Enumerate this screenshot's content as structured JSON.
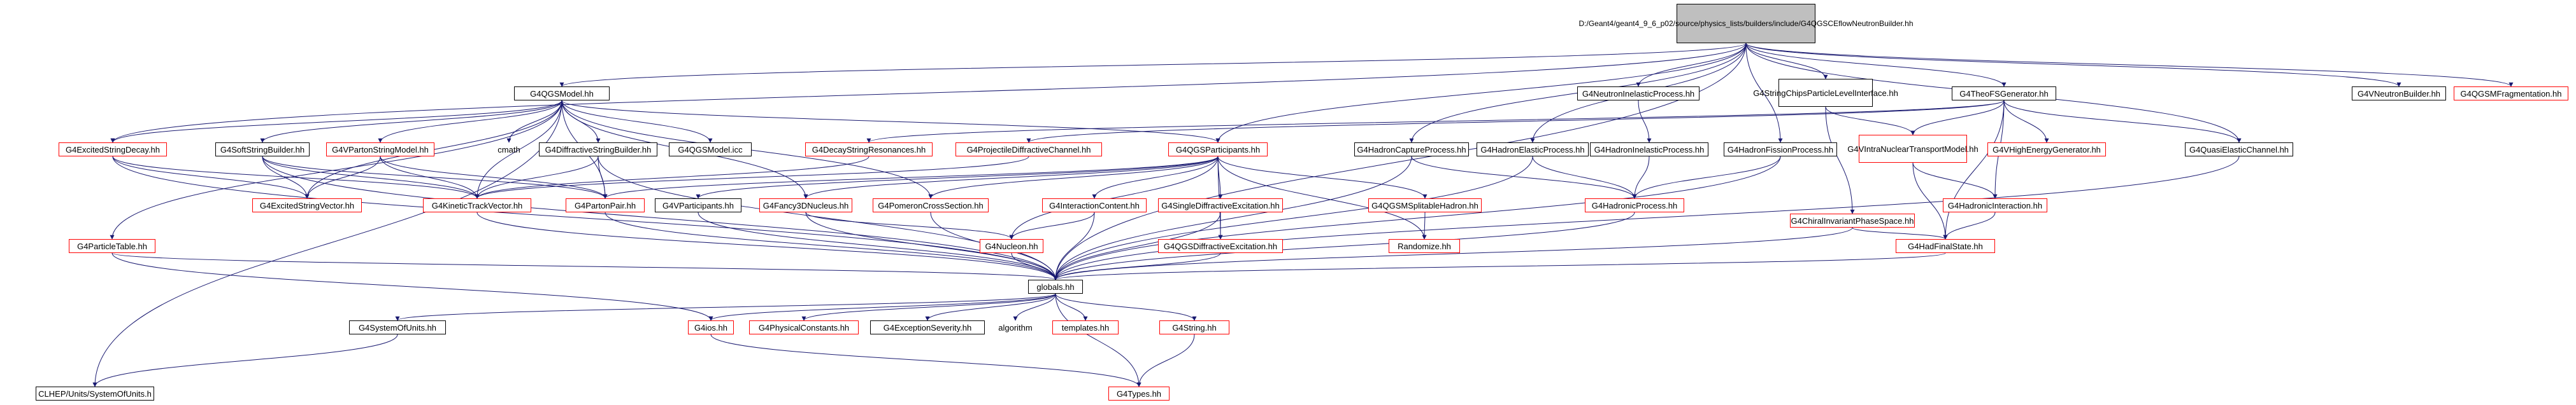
{
  "diagram": {
    "type": "include-dependency-graph",
    "colors": {
      "edge_external": "#ff0000",
      "edge_internal": "#191970",
      "root_fill": "#bfbfbf"
    },
    "nodes": {
      "root": "D:/Geant4/geant4_9_6_p02/source/physics_lists/builders/include/G4QGSCEflowNeutronBuilder.hh",
      "qgsmodel": "G4QGSModel.hh",
      "neutroninelastic": "G4NeutronInelasticProcess.hh",
      "stringchips": "G4StringChipsParticleLevelInterface.hh",
      "theofs": "G4TheoFSGenerator.hh",
      "vneutronbuilder": "G4VNeutronBuilder.hh",
      "qgsmfragmentation": "G4QGSMFragmentation.hh",
      "excitedstringdecay": "G4ExcitedStringDecay.hh",
      "softstringbuilder": "G4SoftStringBuilder.hh",
      "vpartonstringmodel": "G4VPartonStringModel.hh",
      "cmath": "cmath",
      "diffractivestring": "G4DiffractiveStringBuilder.hh",
      "qgsmodelicc": "G4QGSModel.icc",
      "decaystring": "G4DecayStringResonances.hh",
      "projectilediff": "G4ProjectileDiffractiveChannel.hh",
      "qgsparticipants": "G4QGSParticipants.hh",
      "hadroncapture": "G4HadronCaptureProcess.hh",
      "hadronelastic": "G4HadronElasticProcess.hh",
      "hadroninelastic": "G4HadronInelasticProcess.hh",
      "hadronfission": "G4HadronFissionProcess.hh",
      "vintranuclear": "G4VIntraNuclearTransportModel.hh",
      "vhighenergy": "G4VHighEnergyGenerator.hh",
      "quasielastic": "G4QuasiElasticChannel.hh",
      "excitedstringvector": "G4ExcitedStringVector.hh",
      "kinetictrack": "G4KineticTrackVector.hh",
      "partonpair": "G4PartonPair.hh",
      "vparticipants": "G4VParticipants.hh",
      "fancy3d": "G4Fancy3DNucleus.hh",
      "pomeron": "G4PomeronCrossSection.hh",
      "interactioncontent": "G4InteractionContent.hh",
      "singlediff": "G4SingleDiffractiveExcitation.hh",
      "qgsmsplitable": "G4QGSMSplitableHadron.hh",
      "hadronicprocess": "G4HadronicProcess.hh",
      "hadronicinteraction": "G4HadronicInteraction.hh",
      "chiralinvariant": "G4ChiralInvariantPhaseSpace.hh",
      "particletable": "G4ParticleTable.hh",
      "nucleon": "G4Nucleon.hh",
      "qgsdiff": "G4QGSDiffractiveExcitation.hh",
      "randomize": "Randomize.hh",
      "hadfinalstate": "G4HadFinalState.hh",
      "globals": "globals.hh",
      "systemofunits": "G4SystemOfUnits.hh",
      "g4ios": "G4ios.hh",
      "physicalconstants": "G4PhysicalConstants.hh",
      "exceptionseverity": "G4ExceptionSeverity.hh",
      "algorithm": "algorithm",
      "templates": "templates.hh",
      "g4string": "G4String.hh",
      "clhep": "CLHEP/Units/SystemOfUnits.h",
      "g4types": "G4Types.hh"
    },
    "edges": [
      [
        "root",
        "qgsmodel"
      ],
      [
        "root",
        "neutroninelastic"
      ],
      [
        "root",
        "stringchips"
      ],
      [
        "root",
        "theofs"
      ],
      [
        "root",
        "vneutronbuilder"
      ],
      [
        "root",
        "qgsmfragmentation"
      ],
      [
        "root",
        "excitedstringdecay"
      ],
      [
        "root",
        "qgsparticipants"
      ],
      [
        "root",
        "hadroncapture"
      ],
      [
        "root",
        "hadronelastic"
      ],
      [
        "root",
        "hadronfission"
      ],
      [
        "root",
        "quasielastic"
      ],
      [
        "root",
        "globals"
      ],
      [
        "qgsmodel",
        "excitedstringdecay"
      ],
      [
        "qgsmodel",
        "softstringbuilder"
      ],
      [
        "qgsmodel",
        "vpartonstringmodel"
      ],
      [
        "qgsmodel",
        "cmath"
      ],
      [
        "qgsmodel",
        "diffractivestring"
      ],
      [
        "qgsmodel",
        "qgsmodelicc"
      ],
      [
        "qgsmodel",
        "qgsparticipants"
      ],
      [
        "qgsmodel",
        "kinetictrack"
      ],
      [
        "qgsmodel",
        "partonpair"
      ],
      [
        "qgsmodel",
        "excitedstringvector"
      ],
      [
        "qgsmodel",
        "particletable"
      ],
      [
        "qgsmodel",
        "clhep"
      ],
      [
        "qgsmodel",
        "fancy3d"
      ],
      [
        "qgsmodel",
        "pomeron"
      ],
      [
        "neutroninelastic",
        "hadroninelastic"
      ],
      [
        "hadroninelastic",
        "hadronicprocess"
      ],
      [
        "stringchips",
        "vintranuclear"
      ],
      [
        "stringchips",
        "chiralinvariant"
      ],
      [
        "theofs",
        "vintranuclear"
      ],
      [
        "theofs",
        "vhighenergy"
      ],
      [
        "theofs",
        "quasielastic"
      ],
      [
        "theofs",
        "hadronicinteraction"
      ],
      [
        "theofs",
        "hadfinalstate"
      ],
      [
        "theofs",
        "projectilediff"
      ],
      [
        "theofs",
        "decaystring"
      ],
      [
        "excitedstringdecay",
        "excitedstringvector"
      ],
      [
        "excitedstringdecay",
        "kinetictrack"
      ],
      [
        "excitedstringdecay",
        "globals"
      ],
      [
        "softstringbuilder",
        "excitedstringvector"
      ],
      [
        "softstringbuilder",
        "kinetictrack"
      ],
      [
        "softstringbuilder",
        "partonpair"
      ],
      [
        "softstringbuilder",
        "globals"
      ],
      [
        "vpartonstringmodel",
        "excitedstringvector"
      ],
      [
        "vpartonstringmodel",
        "kinetictrack"
      ],
      [
        "vpartonstringmodel",
        "partonpair"
      ],
      [
        "diffractivestring",
        "kinetictrack"
      ],
      [
        "diffractivestring",
        "partonpair"
      ],
      [
        "diffractivestring",
        "globals"
      ],
      [
        "decaystring",
        "kinetictrack"
      ],
      [
        "projectilediff",
        "kinetictrack"
      ],
      [
        "qgsparticipants",
        "vparticipants"
      ],
      [
        "qgsparticipants",
        "fancy3d"
      ],
      [
        "qgsparticipants",
        "pomeron"
      ],
      [
        "qgsparticipants",
        "interactioncontent"
      ],
      [
        "qgsparticipants",
        "singlediff"
      ],
      [
        "qgsparticipants",
        "qgsmsplitable"
      ],
      [
        "qgsparticipants",
        "randomize"
      ],
      [
        "qgsparticipants",
        "qgsdiff"
      ],
      [
        "qgsparticipants",
        "nucleon"
      ],
      [
        "qgsparticipants",
        "partonpair"
      ],
      [
        "hadroncapture",
        "hadronicprocess"
      ],
      [
        "hadroncapture",
        "globals"
      ],
      [
        "hadronelastic",
        "hadronicprocess"
      ],
      [
        "hadronelastic",
        "globals"
      ],
      [
        "hadronfission",
        "hadronicprocess"
      ],
      [
        "hadronfission",
        "globals"
      ],
      [
        "vintranuclear",
        "hadronicinteraction"
      ],
      [
        "vintranuclear",
        "hadfinalstate"
      ],
      [
        "hadronicinteraction",
        "hadfinalstate"
      ],
      [
        "chiralinvariant",
        "hadfinalstate"
      ],
      [
        "chiralinvariant",
        "globals"
      ],
      [
        "quasielastic",
        "globals"
      ],
      [
        "hadronicprocess",
        "globals"
      ],
      [
        "hadfinalstate",
        "globals"
      ],
      [
        "kinetictrack",
        "globals"
      ],
      [
        "partonpair",
        "globals"
      ],
      [
        "vparticipants",
        "globals"
      ],
      [
        "fancy3d",
        "nucleon"
      ],
      [
        "fancy3d",
        "globals"
      ],
      [
        "pomeron",
        "globals"
      ],
      [
        "interactioncontent",
        "nucleon"
      ],
      [
        "interactioncontent",
        "globals"
      ],
      [
        "singlediff",
        "qgsdiff"
      ],
      [
        "singlediff",
        "globals"
      ],
      [
        "qgsmsplitable",
        "randomize"
      ],
      [
        "nucleon",
        "globals"
      ],
      [
        "qgsdiff",
        "globals"
      ],
      [
        "particletable",
        "globals"
      ],
      [
        "particletable",
        "g4ios"
      ],
      [
        "globals",
        "systemofunits"
      ],
      [
        "globals",
        "g4ios"
      ],
      [
        "globals",
        "physicalconstants"
      ],
      [
        "globals",
        "exceptionseverity"
      ],
      [
        "globals",
        "algorithm"
      ],
      [
        "globals",
        "templates"
      ],
      [
        "globals",
        "g4string"
      ],
      [
        "globals",
        "g4types"
      ],
      [
        "systemofunits",
        "clhep"
      ],
      [
        "g4ios",
        "g4types"
      ],
      [
        "g4string",
        "g4types"
      ]
    ]
  }
}
